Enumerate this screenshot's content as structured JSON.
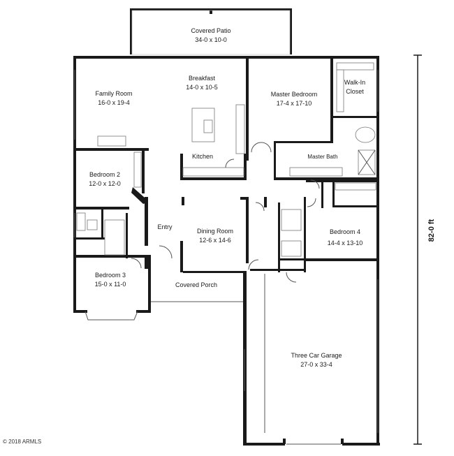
{
  "rooms": {
    "covered_patio": {
      "name": "Covered Patio",
      "size": "34-0 x 10-0"
    },
    "family_room": {
      "name": "Family Room",
      "size": "16-0 x 19-4"
    },
    "breakfast": {
      "name": "Breakfast",
      "size": "14-0 x 10-5"
    },
    "master_bedroom": {
      "name": "Master Bedroom",
      "size": "17-4 x 17-10"
    },
    "walk_in_closet": {
      "name_line1": "Walk-In",
      "name_line2": "Closet"
    },
    "kitchen": {
      "name": "Kitchen"
    },
    "master_bath": {
      "name": "Master Bath"
    },
    "bedroom_2": {
      "name": "Bedroom 2",
      "size": "12-0 x 12-0"
    },
    "entry": {
      "name": "Entry"
    },
    "dining_room": {
      "name": "Dining Room",
      "size": "12-6 x 14-6"
    },
    "bedroom_4": {
      "name": "Bedroom 4",
      "size": "14-4 x 13-10"
    },
    "bedroom_3": {
      "name": "Bedroom 3",
      "size": "15-0 x 11-0"
    },
    "covered_porch": {
      "name": "Covered Porch"
    },
    "garage": {
      "name": "Three Car Garage",
      "size": "27-0 x 33-4"
    }
  },
  "dimension": {
    "label": "82-0 ft"
  },
  "copyright": "© 2018 ARMLS"
}
